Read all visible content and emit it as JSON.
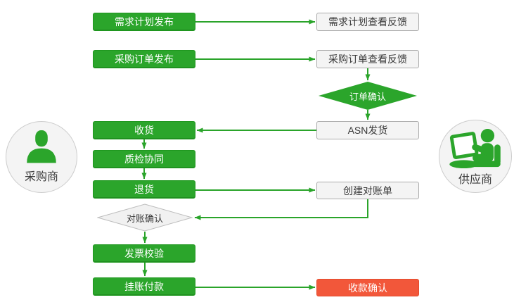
{
  "colors": {
    "green": "#2BA52B",
    "green_border": "#1F971F",
    "red": "#F2573A",
    "gray_box_fill": "#F4F4F4",
    "gray_box_border": "#ACACAC",
    "actor_circle_fill": "#F4F4F4",
    "connector_green": "#2AA42A",
    "text_dark": "#383838"
  },
  "actors": {
    "buyer": {
      "label": "采购商",
      "icon": "person-icon"
    },
    "supplier": {
      "label": "供应商",
      "icon": "person-at-computer-icon"
    }
  },
  "nodes": {
    "demand_plan_publish": {
      "label": "需求计划发布",
      "type": "green"
    },
    "demand_plan_feedback": {
      "label": "需求计划查看反馈",
      "type": "gray"
    },
    "po_publish": {
      "label": "采购订单发布",
      "type": "green"
    },
    "po_feedback": {
      "label": "采购订单查看反馈",
      "type": "gray"
    },
    "order_confirm": {
      "label": "订单确认",
      "type": "green-diamond"
    },
    "asn_ship": {
      "label": "ASN发货",
      "type": "gray"
    },
    "receive": {
      "label": "收货",
      "type": "green"
    },
    "quality_collab": {
      "label": "质检协同",
      "type": "green"
    },
    "return_goods": {
      "label": "退货",
      "type": "green"
    },
    "create_statement": {
      "label": "创建对账单",
      "type": "gray"
    },
    "statement_confirm": {
      "label": "对账确认",
      "type": "gray-diamond"
    },
    "invoice_check": {
      "label": "发票校验",
      "type": "green"
    },
    "pending_payment": {
      "label": "挂账付款",
      "type": "green"
    },
    "receipt_confirm": {
      "label": "收款确认",
      "type": "red"
    }
  },
  "edges": [
    {
      "from": "需求计划发布",
      "to": "需求计划查看反馈"
    },
    {
      "from": "采购订单发布",
      "to": "采购订单查看反馈"
    },
    {
      "from": "采购订单查看反馈",
      "to": "订单确认"
    },
    {
      "from": "订单确认",
      "to": "ASN发货"
    },
    {
      "from": "ASN发货",
      "to": "收货"
    },
    {
      "from": "收货",
      "to": "质检协同"
    },
    {
      "from": "质检协同",
      "to": "退货"
    },
    {
      "from": "退货",
      "to": "创建对账单"
    },
    {
      "from": "创建对账单",
      "to": "对账确认"
    },
    {
      "from": "对账确认",
      "to": "发票校验"
    },
    {
      "from": "发票校验",
      "to": "挂账付款"
    },
    {
      "from": "挂账付款",
      "to": "收款确认"
    }
  ]
}
